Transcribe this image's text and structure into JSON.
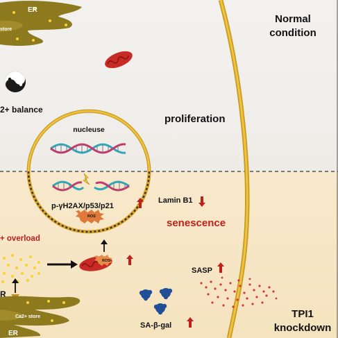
{
  "labels": {
    "normal_condition_line1": "Normal",
    "normal_condition_line2": "condition",
    "er_top": "ER",
    "store_top": "store",
    "balance": "2+ balance",
    "proliferation": "proliferation",
    "nucleus": "nucleuse",
    "markers": "p-γH2AX/p53/p21",
    "ros_nucleus": "ROS",
    "lamin": "Lamin B1",
    "senescence": "senescence",
    "overload": "+ overload",
    "ros_mito": "ROS",
    "sasp": "SASP",
    "sa_gal": "SA-β-gal",
    "r_label": "R",
    "store_bottom": "Ca2+ store",
    "er_bottom": "ER",
    "knockdown_line1": "TPI1",
    "knockdown_line2": "knockdown"
  },
  "colors": {
    "top_background": "#f3f1ee",
    "bottom_background": "#f7e6c6",
    "membrane": "#e3b02f",
    "er_olive": "#8d7a1f",
    "mitochondria": "#c82a26",
    "accent_red": "#c0201b",
    "dna_teal": "#2fa7b7",
    "dna_magenta": "#c23a6b",
    "ca_dots": "#f5d43c",
    "sa_gal_blue": "#1f4f96",
    "sasp_red": "#d23a3a"
  },
  "arrows": {
    "up": "↑",
    "down": "↓"
  }
}
